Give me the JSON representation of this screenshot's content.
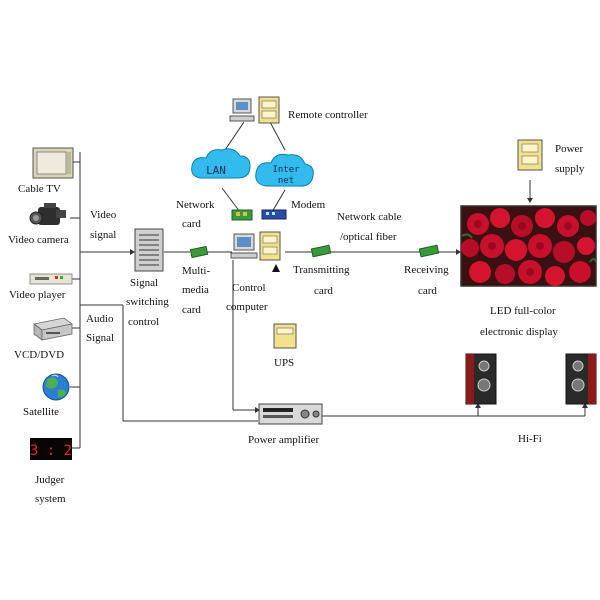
{
  "diagram": {
    "sources": {
      "cable_tv": "Cable TV",
      "video_camera": "Video camera",
      "video_player": "Video player",
      "vcd_dvd": "VCD/DVD",
      "satellite": "Satellite",
      "judger_line1": "Judger",
      "judger_line2": "system",
      "score": "3 : 2"
    },
    "signals": {
      "video_line1": "Video",
      "video_line2": "signal",
      "audio_line1": "Audio",
      "audio_line2": "Signal"
    },
    "nodes": {
      "switch_line1": "Signal",
      "switch_line2": "switching",
      "switch_line3": "control",
      "remote_controller": "Remote controller",
      "lan": "LAN",
      "internet_line1": "Inter",
      "internet_line2": "net",
      "network_card_line1": "Network",
      "network_card_line2": "card",
      "modem": "Modem",
      "multimedia_line1": "Multi-",
      "multimedia_line2": "media",
      "multimedia_line3": "card",
      "control_line1": "Control",
      "control_line2": "computer",
      "transmitting_line1": "Transmitting",
      "transmitting_line2": "card",
      "network_cable_line1": "Network cable",
      "network_cable_line2": "/optical fiber",
      "receiving_line1": "Receiving",
      "receiving_line2": "card",
      "power_supply_line1": "Power",
      "power_supply_line2": "supply",
      "led_line1": "LED full-color",
      "led_line2": "electronic display",
      "ups": "UPS",
      "power_amplifier": "Power amplifier",
      "hifi": "Hi-Fi"
    },
    "colors": {
      "wire": "#333333",
      "cloud": "#33bbee",
      "card_green": "#3a9a3a",
      "cabinet_yellow": "#f2e08a",
      "score_red": "#ff2020",
      "display_red": "#c8102e"
    }
  }
}
